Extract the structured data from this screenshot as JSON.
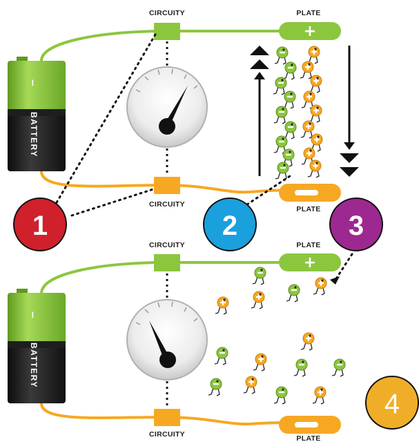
{
  "labels": {
    "circuity": "CIRCUITY",
    "plate": "PLATE",
    "battery": "BATTERY",
    "battery_terminal": "I",
    "plus": "+",
    "minus": "−"
  },
  "callouts": [
    {
      "label": "1",
      "color": "#d0202c"
    },
    {
      "label": "2",
      "color": "#1aa0dc"
    },
    {
      "label": "3",
      "color": "#9c2890"
    },
    {
      "label": "4",
      "color": "#f0ae28"
    }
  ],
  "colors": {
    "positive_wire": "#8cc63f",
    "negative_wire": "#f7a823",
    "battery_top": "#8cc63f",
    "battery_bottom": "#1e1e1e",
    "negative_charge": "#8cc63f",
    "positive_charge": "#f7a823",
    "arrow": "#111111"
  },
  "icons": {
    "meter": "analog-gauge-icon",
    "battery": "battery-icon",
    "charge_positive": "positive-charge-icon",
    "charge_negative": "negative-charge-icon"
  },
  "panels": [
    {
      "state": "charging",
      "meter": "needle-high"
    },
    {
      "state": "discharged",
      "meter": "needle-low"
    }
  ]
}
